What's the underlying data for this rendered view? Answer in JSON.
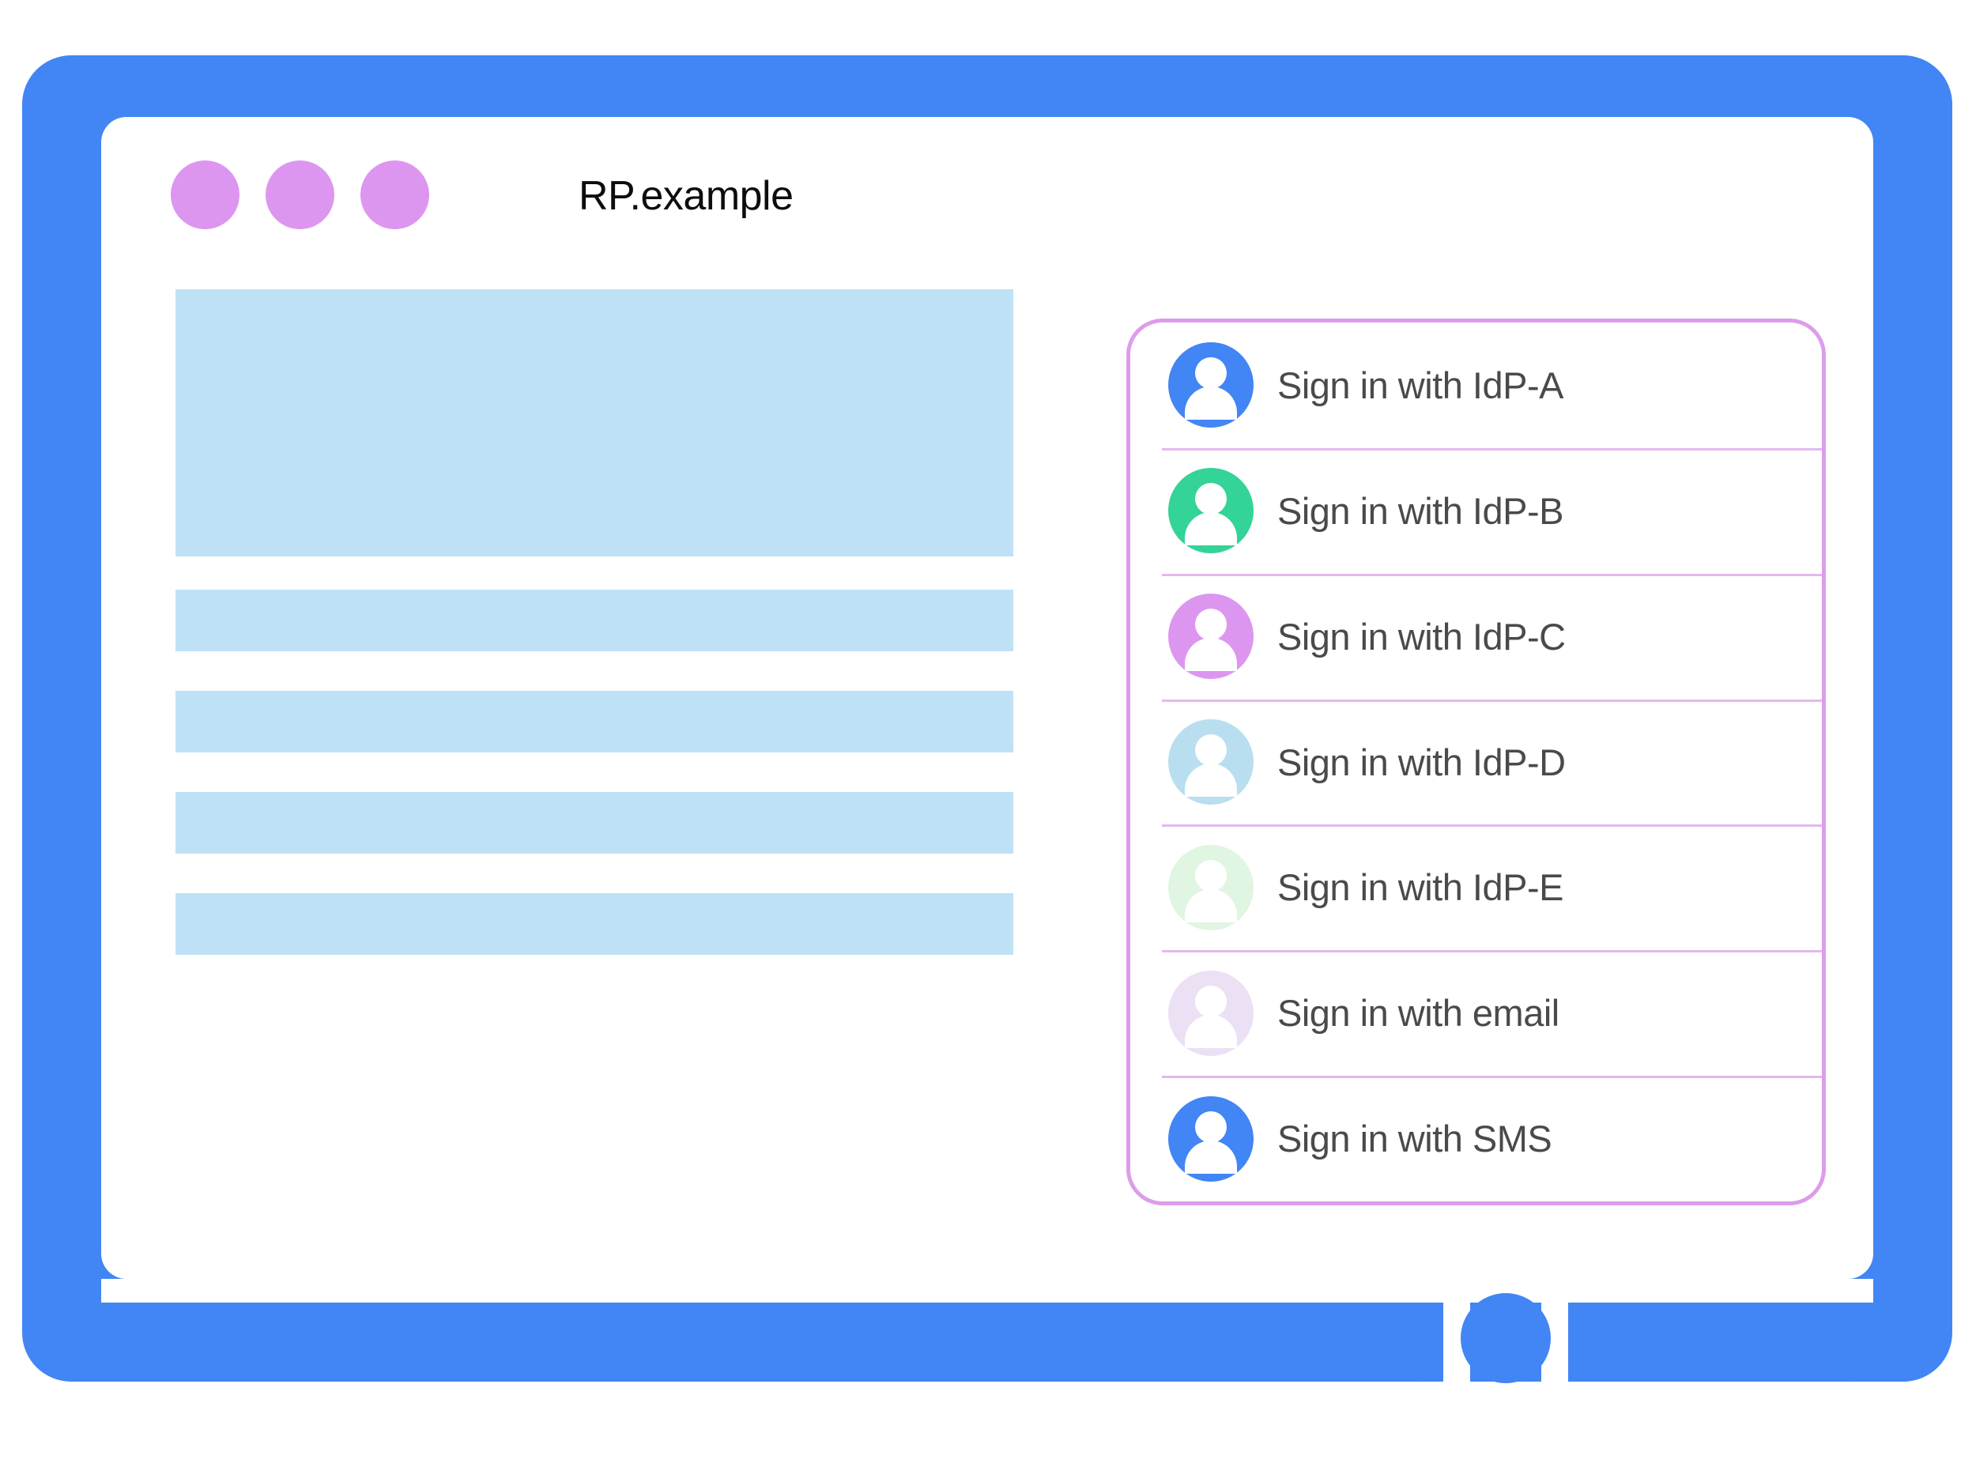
{
  "theme": {
    "brand_blue": "#4285f4",
    "dot_purple": "#dd96f0",
    "content_block_blue": "#bfe1f5",
    "panel_border": "#dd9ceb",
    "separator": "#e4b8ef",
    "label_text": "#4a4a4a",
    "title_text": "#0d0d0d"
  },
  "browser": {
    "title": "RP.example",
    "window_dots": [
      {
        "name": "dot-1",
        "color": "#dd96f0"
      },
      {
        "name": "dot-2",
        "color": "#dd96f0"
      },
      {
        "name": "dot-3",
        "color": "#dd96f0"
      }
    ]
  },
  "content_blocks": [
    {
      "name": "hero-block",
      "kind": "hero"
    },
    {
      "name": "text-block-1",
      "kind": "row"
    },
    {
      "name": "text-block-2",
      "kind": "row"
    },
    {
      "name": "text-block-3",
      "kind": "row"
    },
    {
      "name": "text-block-4",
      "kind": "row"
    }
  ],
  "signin_panel": {
    "items": [
      {
        "label": "Sign in with IdP-A",
        "icon": "account-avatar-icon",
        "avatar_color": "#4285f4"
      },
      {
        "label": "Sign in with IdP-B",
        "icon": "account-avatar-icon",
        "avatar_color": "#34d397"
      },
      {
        "label": "Sign in with IdP-C",
        "icon": "account-avatar-icon",
        "avatar_color": "#dd96f0"
      },
      {
        "label": "Sign in with IdP-D",
        "icon": "account-avatar-icon",
        "avatar_color": "#b8deef"
      },
      {
        "label": "Sign in with IdP-E",
        "icon": "account-avatar-icon",
        "avatar_color": "#e0f5e2"
      },
      {
        "label": "Sign in with email",
        "icon": "account-avatar-icon",
        "avatar_color": "#ece0f5"
      },
      {
        "label": "Sign in with SMS",
        "icon": "account-avatar-icon",
        "avatar_color": "#4285f4"
      }
    ]
  },
  "device": {
    "home_button": "home-button"
  }
}
